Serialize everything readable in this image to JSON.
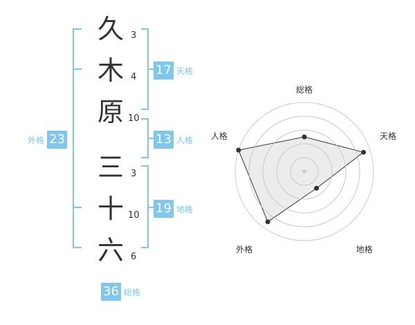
{
  "name": {
    "chars": [
      {
        "char": "久",
        "strokes": "3"
      },
      {
        "char": "木",
        "strokes": "4"
      },
      {
        "char": "原",
        "strokes": "10"
      },
      {
        "char": "三",
        "strokes": "3"
      },
      {
        "char": "十",
        "strokes": "10"
      },
      {
        "char": "六",
        "strokes": "6"
      }
    ]
  },
  "fortune": {
    "tenkaku": {
      "value": "17",
      "label": "天格"
    },
    "jinkaku": {
      "value": "13",
      "label": "人格"
    },
    "chikaku": {
      "value": "19",
      "label": "地格"
    },
    "gaikaku": {
      "value": "23",
      "label": "外格"
    },
    "soukaku": {
      "value": "36",
      "label": "総格"
    }
  },
  "colors": {
    "accent": "#7ec8f0",
    "text": "#333333",
    "grid": "#cccccc",
    "fill": "#f2f2f2"
  },
  "chart_data": {
    "type": "radar",
    "axes": [
      "総格",
      "天格",
      "地格",
      "外格",
      "人格"
    ],
    "values": [
      2.5,
      4.5,
      1.5,
      4.5,
      5
    ],
    "max": 5,
    "rings": 5
  }
}
